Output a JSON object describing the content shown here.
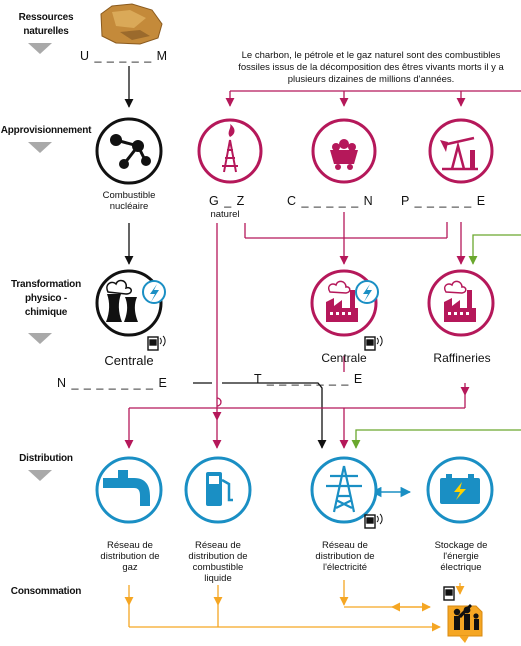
{
  "stages": {
    "ressources": "Ressources naturelles",
    "approvisionnement": "Approvisionnement",
    "transformation": "Transformation physico - chimique",
    "distribution": "Distribution",
    "consommation": "Consommation"
  },
  "blanks": {
    "uranium": "U _ _ _ _ _ M",
    "gaz": "G _ Z",
    "charbon": "C _ _ _ _ _ N",
    "petrole": "P _ _ _ _ _ E",
    "nucleaire": "N _ _ _ _ _ _ _ E",
    "thermique": "T _ _ _ _ _ _ _ E"
  },
  "labels": {
    "naturel": "naturel",
    "combustible_nucleaire": "Combustible nucléaire",
    "centrale_1": "Centrale",
    "centrale_2": "Centrale",
    "raffineries": "Raffineries",
    "reseau_gaz": "Réseau de distribution de gaz",
    "reseau_liquide": "Réseau de distribution de combustible liquide",
    "reseau_elec": "Réseau de distribution de l'électricité",
    "stockage": "Stockage de l'énergie électrique"
  },
  "note": "Le charbon, le pétrole et le gaz naturel sont des combustibles fossiles  issus de la décomposition des êtres vivants morts il y a plusieurs dizaines de millions d'années.",
  "colors": {
    "fossil": "#b5185a",
    "electric_blue": "#1a8fc4",
    "arrow_orange": "#f5a623",
    "arrow_green": "#6aa82e",
    "black": "#111111",
    "stage_triangle": "#a9a9a9"
  },
  "icons": {
    "rock": "rock-ore-icon",
    "molecule": "molecule-icon",
    "gas_tower": "gas-flare-tower-icon",
    "coal": "coal-wagon-icon",
    "oil": "oil-pumpjack-icon",
    "nuclear_plant": "nuclear-plant-icon",
    "thermal_plant": "thermal-plant-icon",
    "refinery": "refinery-icon",
    "gas_pipe": "gas-pipe-icon",
    "fuel_pump": "fuel-pump-icon",
    "pylon": "electric-pylon-icon",
    "battery": "battery-icon",
    "family": "family-icon",
    "screen": "screen-icon"
  }
}
